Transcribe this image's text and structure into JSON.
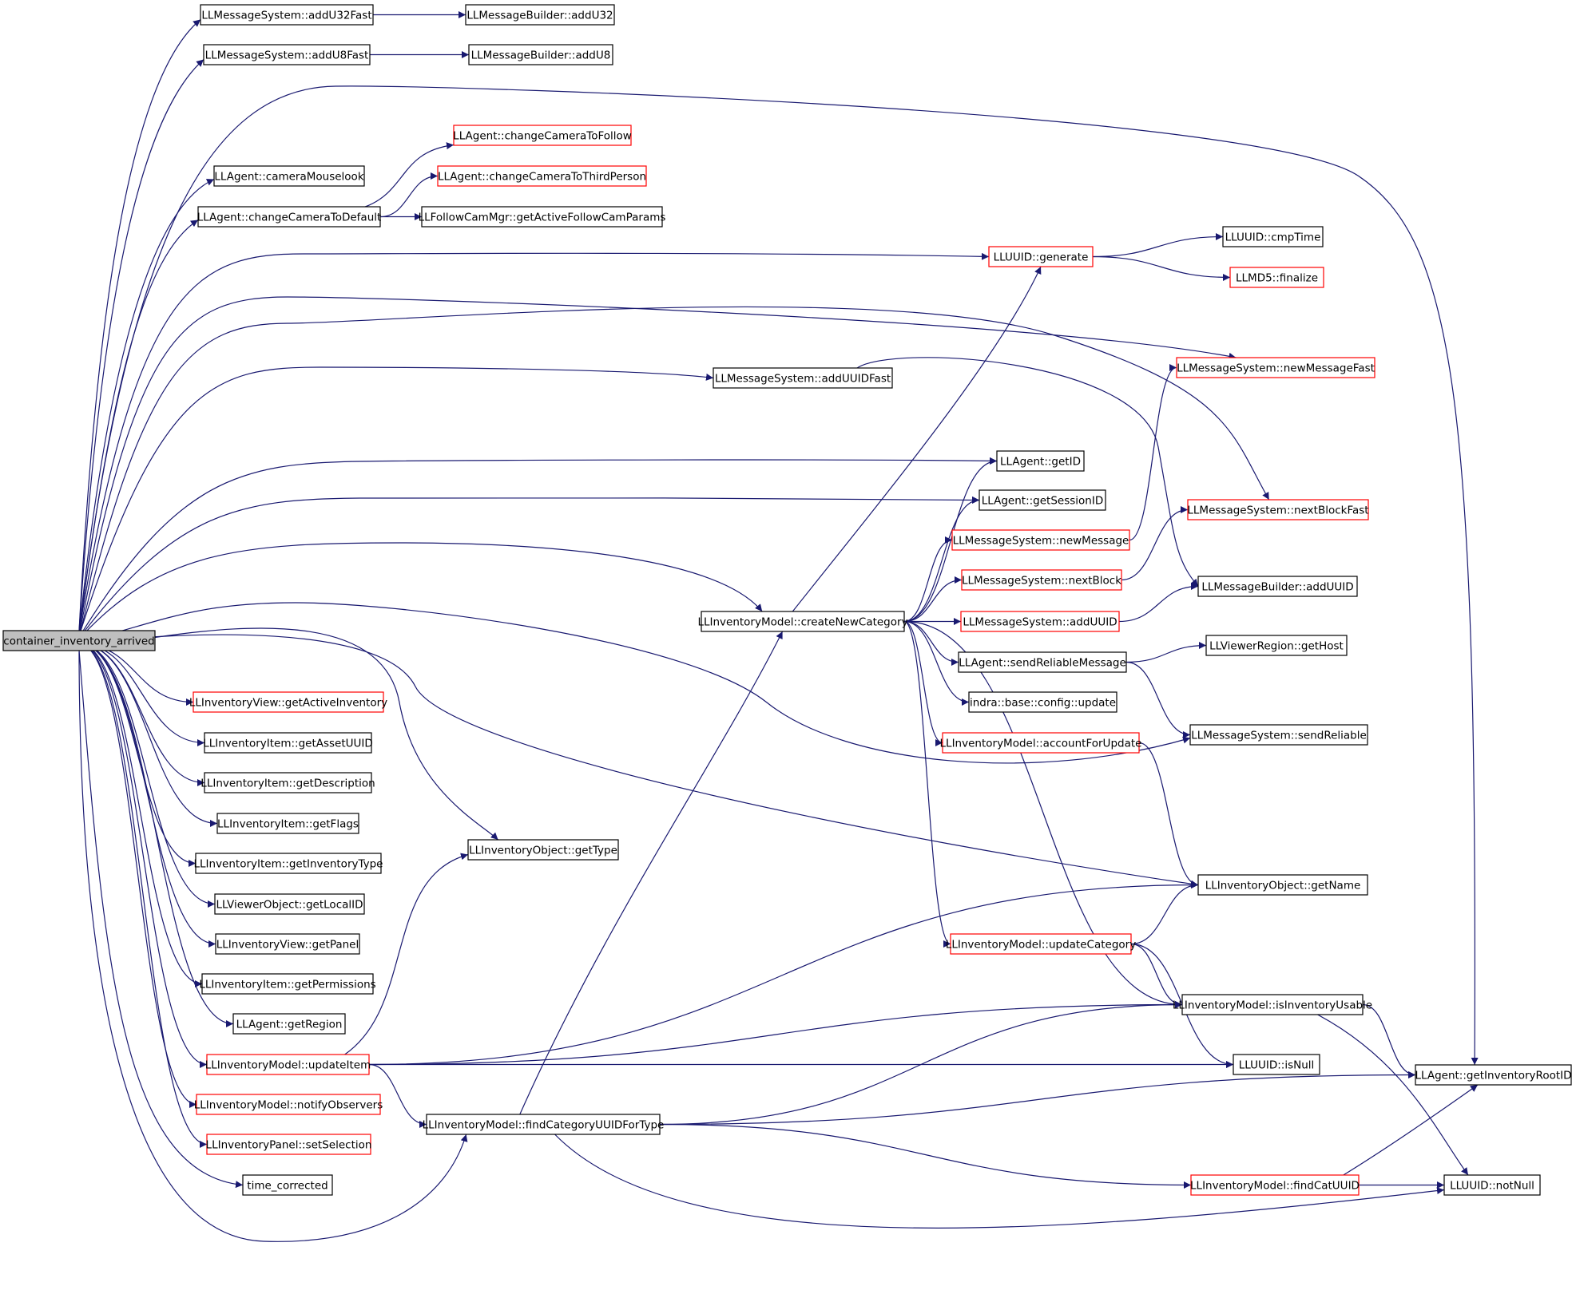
{
  "colors": {
    "edge": "#191970",
    "border_complete": "#000000",
    "border_incomplete": "#ff0000",
    "root_fill": "#bfbfbf",
    "node_fill": "#ffffff"
  },
  "nodes": [
    {
      "id": "root",
      "label": "container_inventory_arrived",
      "style": "root"
    },
    {
      "id": "n1",
      "label": "LLMessageSystem::addU32Fast",
      "style": "black"
    },
    {
      "id": "n2",
      "label": "LLMessageBuilder::addU32",
      "style": "black"
    },
    {
      "id": "n3",
      "label": "LLMessageSystem::addU8Fast",
      "style": "black"
    },
    {
      "id": "n4",
      "label": "LLMessageBuilder::addU8",
      "style": "black"
    },
    {
      "id": "n5",
      "label": "LLAgent::changeCameraToFollow",
      "style": "red"
    },
    {
      "id": "n6",
      "label": "LLAgent::cameraMouselook",
      "style": "black"
    },
    {
      "id": "n7",
      "label": "LLAgent::changeCameraToThirdPerson",
      "style": "red"
    },
    {
      "id": "n8",
      "label": "LLAgent::changeCameraToDefault",
      "style": "black"
    },
    {
      "id": "n9",
      "label": "LLFollowCamMgr::getActiveFollowCamParams",
      "style": "black"
    },
    {
      "id": "n10",
      "label": "LLUUID::generate",
      "style": "red"
    },
    {
      "id": "n11",
      "label": "LLUUID::cmpTime",
      "style": "black"
    },
    {
      "id": "n12",
      "label": "LLMD5::finalize",
      "style": "red"
    },
    {
      "id": "n13",
      "label": "LLMessageSystem::newMessageFast",
      "style": "red"
    },
    {
      "id": "n14",
      "label": "LLMessageSystem::addUUIDFast",
      "style": "black"
    },
    {
      "id": "n15",
      "label": "LLAgent::getID",
      "style": "black"
    },
    {
      "id": "n16",
      "label": "LLAgent::getSessionID",
      "style": "black"
    },
    {
      "id": "n17",
      "label": "LLMessageSystem::nextBlockFast",
      "style": "red"
    },
    {
      "id": "n18",
      "label": "LLMessageSystem::newMessage",
      "style": "red"
    },
    {
      "id": "n19",
      "label": "LLMessageSystem::nextBlock",
      "style": "red"
    },
    {
      "id": "n20",
      "label": "LLMessageBuilder::addUUID",
      "style": "black"
    },
    {
      "id": "n21",
      "label": "LLInventoryModel::createNewCategory",
      "style": "black"
    },
    {
      "id": "n22",
      "label": "LLMessageSystem::addUUID",
      "style": "red"
    },
    {
      "id": "n23",
      "label": "LLViewerRegion::getHost",
      "style": "black"
    },
    {
      "id": "n24",
      "label": "LLAgent::sendReliableMessage",
      "style": "black"
    },
    {
      "id": "n25",
      "label": "LLInventoryView::getActiveInventory",
      "style": "red"
    },
    {
      "id": "n26",
      "label": "indra::base::config::update",
      "style": "black"
    },
    {
      "id": "n27",
      "label": "LLInventoryItem::getAssetUUID",
      "style": "black"
    },
    {
      "id": "n28",
      "label": "LLInventoryModel::accountForUpdate",
      "style": "red"
    },
    {
      "id": "n29",
      "label": "LLMessageSystem::sendReliable",
      "style": "black"
    },
    {
      "id": "n30",
      "label": "LLInventoryItem::getDescription",
      "style": "black"
    },
    {
      "id": "n31",
      "label": "LLInventoryItem::getFlags",
      "style": "black"
    },
    {
      "id": "n32",
      "label": "LLInventoryObject::getType",
      "style": "black"
    },
    {
      "id": "n33",
      "label": "LLInventoryItem::getInventoryType",
      "style": "black"
    },
    {
      "id": "n34",
      "label": "LLInventoryObject::getName",
      "style": "black"
    },
    {
      "id": "n35",
      "label": "LLViewerObject::getLocalID",
      "style": "black"
    },
    {
      "id": "n36",
      "label": "LLInventoryView::getPanel",
      "style": "black"
    },
    {
      "id": "n37",
      "label": "LLInventoryModel::updateCategory",
      "style": "red"
    },
    {
      "id": "n38",
      "label": "LLInventoryItem::getPermissions",
      "style": "black"
    },
    {
      "id": "n39",
      "label": "LLInventoryModel::isInventoryUsable",
      "style": "black"
    },
    {
      "id": "n40",
      "label": "LLAgent::getRegion",
      "style": "black"
    },
    {
      "id": "n41",
      "label": "LLInventoryModel::updateItem",
      "style": "red"
    },
    {
      "id": "n42",
      "label": "LLUUID::isNull",
      "style": "black"
    },
    {
      "id": "n43",
      "label": "LLAgent::getInventoryRootID",
      "style": "black"
    },
    {
      "id": "n44",
      "label": "LLInventoryModel::notifyObservers",
      "style": "red"
    },
    {
      "id": "n45",
      "label": "LLInventoryModel::findCategoryUUIDForType",
      "style": "black"
    },
    {
      "id": "n46",
      "label": "LLInventoryPanel::setSelection",
      "style": "red"
    },
    {
      "id": "n47",
      "label": "time_corrected",
      "style": "black"
    },
    {
      "id": "n48",
      "label": "LLInventoryModel::findCatUUID",
      "style": "red"
    },
    {
      "id": "n49",
      "label": "LLUUID::notNull",
      "style": "black"
    }
  ],
  "edges": [
    [
      "root",
      "n1"
    ],
    [
      "root",
      "n3"
    ],
    [
      "root",
      "n43"
    ],
    [
      "root",
      "n6"
    ],
    [
      "root",
      "n8"
    ],
    [
      "root",
      "n10"
    ],
    [
      "root",
      "n13"
    ],
    [
      "root",
      "n14"
    ],
    [
      "root",
      "n17"
    ],
    [
      "root",
      "n15"
    ],
    [
      "root",
      "n16"
    ],
    [
      "root",
      "n21"
    ],
    [
      "root",
      "n29"
    ],
    [
      "root",
      "n34"
    ],
    [
      "root",
      "n32"
    ],
    [
      "root",
      "n25"
    ],
    [
      "root",
      "n27"
    ],
    [
      "root",
      "n30"
    ],
    [
      "root",
      "n31"
    ],
    [
      "root",
      "n33"
    ],
    [
      "root",
      "n35"
    ],
    [
      "root",
      "n36"
    ],
    [
      "root",
      "n38"
    ],
    [
      "root",
      "n40"
    ],
    [
      "root",
      "n41"
    ],
    [
      "root",
      "n44"
    ],
    [
      "root",
      "n46"
    ],
    [
      "root",
      "n47"
    ],
    [
      "root",
      "n45"
    ],
    [
      "n1",
      "n2"
    ],
    [
      "n3",
      "n4"
    ],
    [
      "n8",
      "n5"
    ],
    [
      "n8",
      "n7"
    ],
    [
      "n8",
      "n9"
    ],
    [
      "n10",
      "n11"
    ],
    [
      "n10",
      "n12"
    ],
    [
      "n14",
      "n20"
    ],
    [
      "n21",
      "n10"
    ],
    [
      "n21",
      "n15"
    ],
    [
      "n21",
      "n16"
    ],
    [
      "n21",
      "n18"
    ],
    [
      "n21",
      "n19"
    ],
    [
      "n21",
      "n22"
    ],
    [
      "n21",
      "n24"
    ],
    [
      "n21",
      "n26"
    ],
    [
      "n21",
      "n28"
    ],
    [
      "n21",
      "n37"
    ],
    [
      "n21",
      "n39"
    ],
    [
      "n18",
      "n13"
    ],
    [
      "n19",
      "n17"
    ],
    [
      "n22",
      "n20"
    ],
    [
      "n24",
      "n23"
    ],
    [
      "n24",
      "n29"
    ],
    [
      "n28",
      "n34"
    ],
    [
      "n37",
      "n34"
    ],
    [
      "n37",
      "n39"
    ],
    [
      "n37",
      "n42"
    ],
    [
      "n39",
      "n43"
    ],
    [
      "n39",
      "n49"
    ],
    [
      "n41",
      "n32"
    ],
    [
      "n41",
      "n34"
    ],
    [
      "n41",
      "n39"
    ],
    [
      "n41",
      "n42"
    ],
    [
      "n41",
      "n45"
    ],
    [
      "n45",
      "n21"
    ],
    [
      "n45",
      "n39"
    ],
    [
      "n45",
      "n43"
    ],
    [
      "n45",
      "n48"
    ],
    [
      "n45",
      "n49"
    ],
    [
      "n48",
      "n43"
    ],
    [
      "n48",
      "n49"
    ]
  ]
}
